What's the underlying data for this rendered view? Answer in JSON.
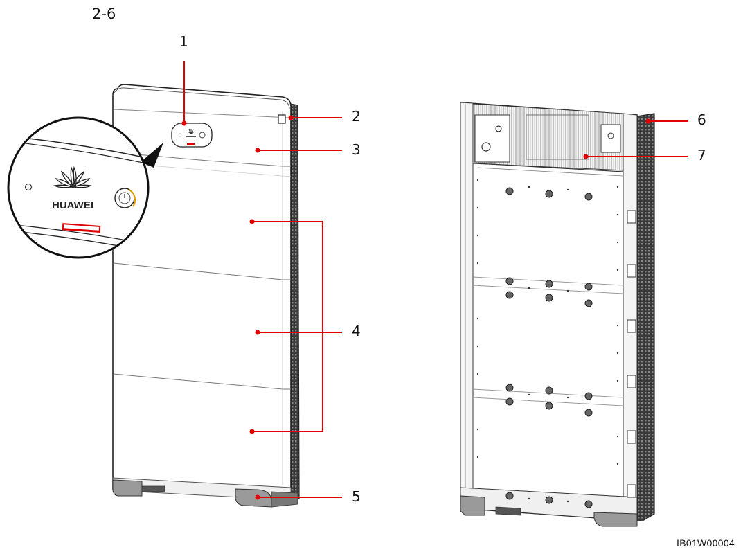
{
  "figure": {
    "label": "2-6",
    "drawing_id": "IB01W00004",
    "logo_text": "HUAWEI",
    "callouts": {
      "c1": "1",
      "c2": "2",
      "c3": "3",
      "c4": "4",
      "c5": "5",
      "c6": "6",
      "c7": "7"
    }
  },
  "colors": {
    "callout_line": "#e00000",
    "outline": "#222222",
    "shade": "#d9d9d9",
    "foot": "#9a9a9a"
  }
}
